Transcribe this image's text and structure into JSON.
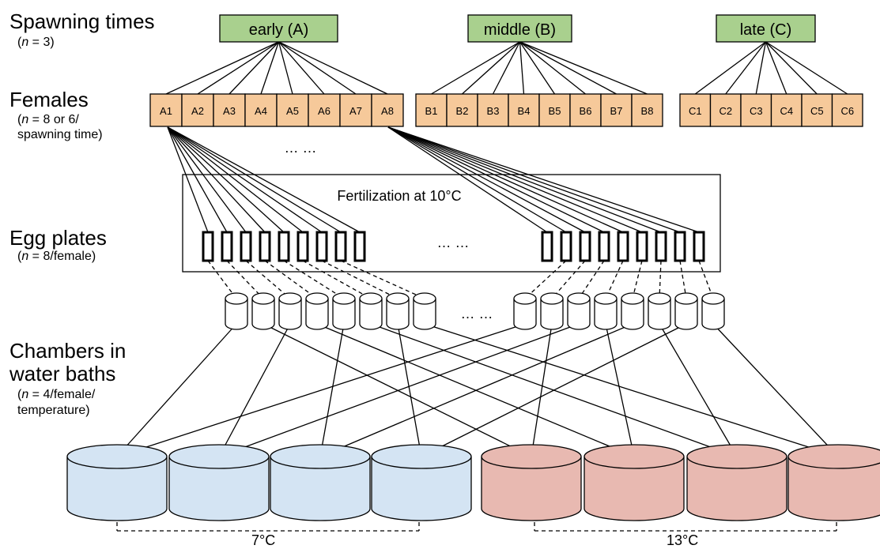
{
  "labels": {
    "spawning_times": "Spawning times",
    "spawning_times_n_var": "n",
    "spawning_times_n_rest": " = 3)",
    "females": "Females",
    "females_n_var": "n",
    "females_n_rest": " = 8 or 6/",
    "females_n_line2": "spawning time)",
    "egg_plates": "Egg plates",
    "egg_plates_n_var": "n",
    "egg_plates_n_rest": " = 8/female)",
    "chambers_line1": "Chambers in",
    "chambers_line2": "water baths",
    "chambers_n_var": "n",
    "chambers_n_rest": " = 4/female/",
    "chambers_n_line2": "temperature)"
  },
  "spawning_groups": [
    {
      "label": "early (A)",
      "females": [
        "A1",
        "A2",
        "A3",
        "A4",
        "A5",
        "A6",
        "A7",
        "A8"
      ]
    },
    {
      "label": "middle (B)",
      "females": [
        "B1",
        "B2",
        "B3",
        "B4",
        "B5",
        "B6",
        "B7",
        "B8"
      ]
    },
    {
      "label": "late (C)",
      "females": [
        "C1",
        "C2",
        "C3",
        "C4",
        "C5",
        "C6"
      ]
    }
  ],
  "fertilization_label": "Fertilization at 10°C",
  "ellipsis_females": "… …",
  "ellipsis_plates": "… …",
  "ellipsis_cups": "… …",
  "temperatures": [
    {
      "label": "7°C",
      "color": "#d4e4f3"
    },
    {
      "label": "13°C",
      "color": "#e8b9b1"
    }
  ],
  "colors": {
    "spawning_box": "#a9d08e",
    "female_box": "#f6c99a"
  }
}
